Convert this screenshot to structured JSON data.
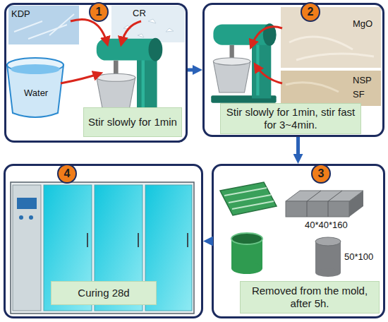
{
  "diagram": {
    "nodes": [
      {
        "text": [
          "1"
        ]
      },
      {
        "text": [
          "Stir slowly for 1min"
        ],
        "in": 0
      },
      {
        "text": [
          "2"
        ]
      },
      {
        "text": [
          "Stir slowly for 1min, stir fast for 3~4min."
        ],
        "in": 2
      },
      {
        "text": [
          "3"
        ]
      },
      {
        "text": [
          "Removed from the mold, after 5h."
        ],
        "in": 4
      },
      {
        "text": [
          "4"
        ]
      },
      {
        "text": [
          "Curing 28d"
        ],
        "in": 6
      }
    ],
    "edges": [
      {
        "from": 0,
        "to": 2,
        "arrow": "to"
      },
      {
        "from": 2,
        "to": 4,
        "arrow": "to"
      },
      {
        "from": 4,
        "to": 6,
        "arrow": "to"
      }
    ],
    "labels": [
      "KDP",
      "CR",
      "Water",
      "MgO",
      "NSP",
      "SF",
      "40*40*160",
      "50*100"
    ]
  }
}
